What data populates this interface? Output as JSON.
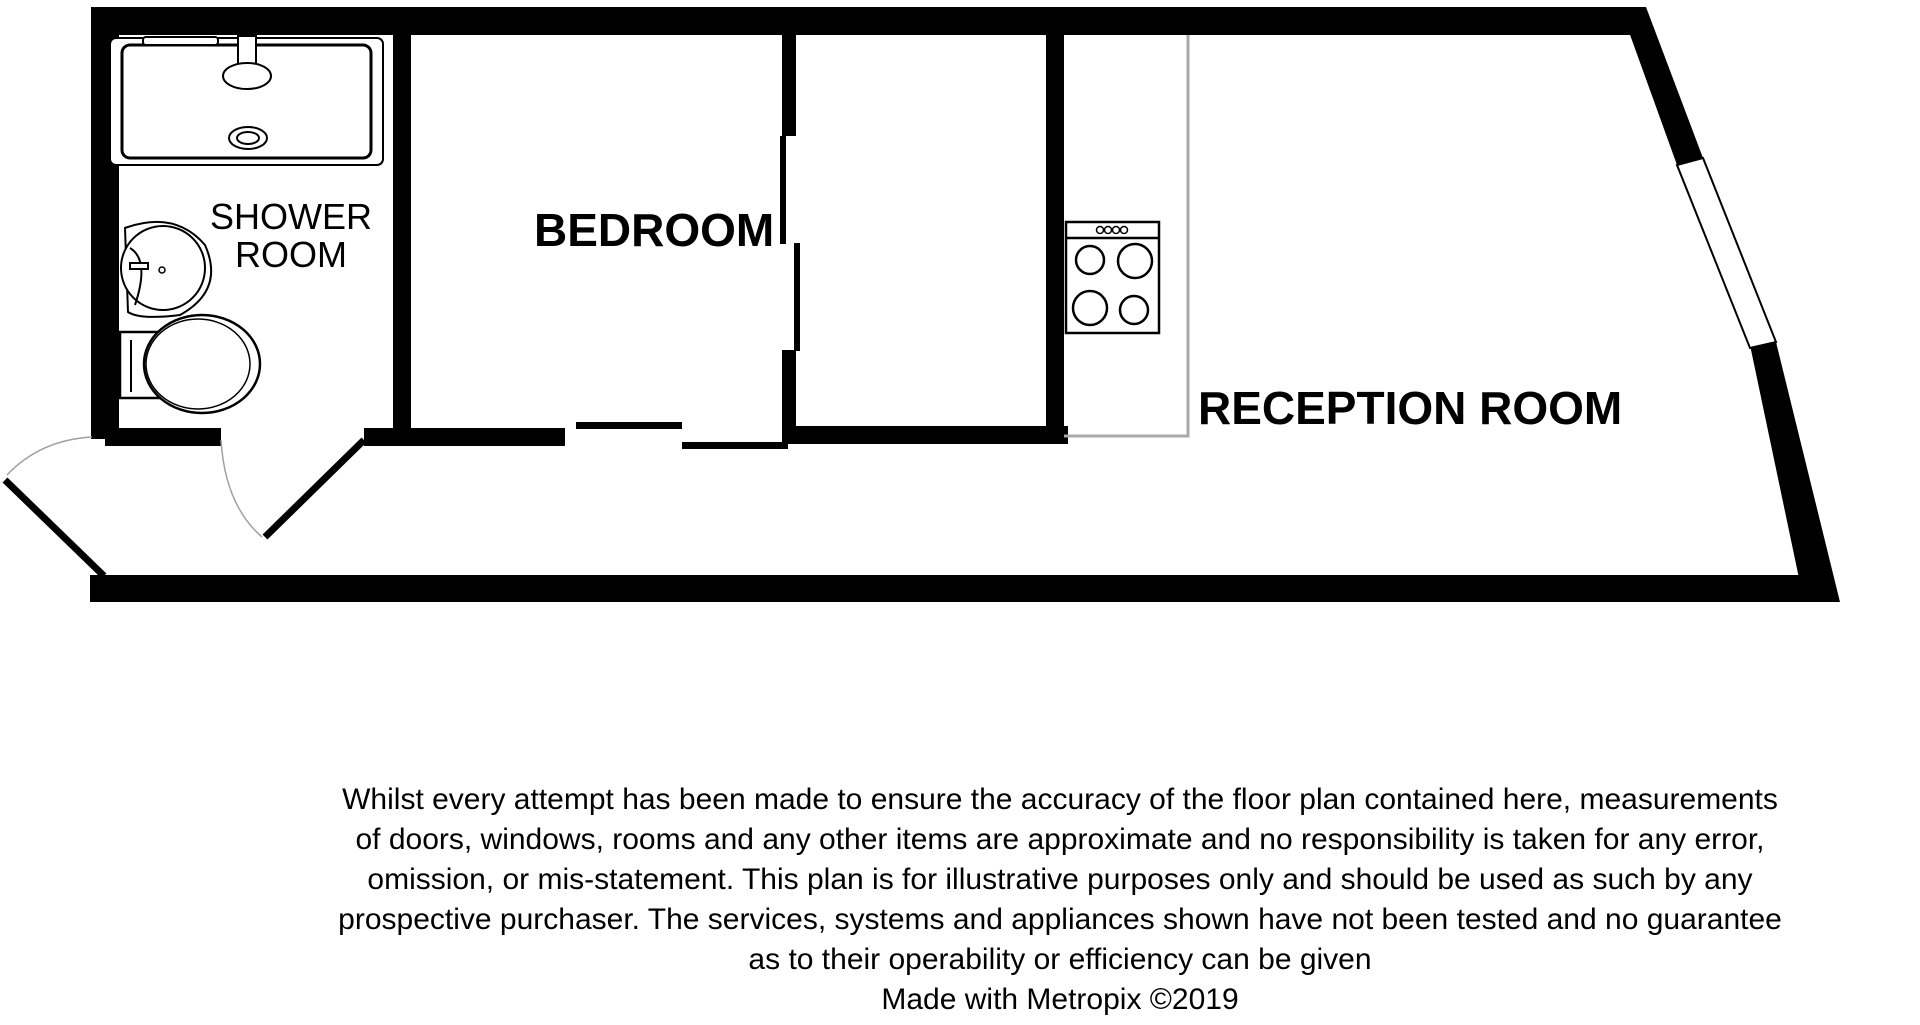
{
  "floor_plan": {
    "rooms": [
      {
        "id": "shower",
        "label_lines": [
          "SHOWER",
          "ROOM"
        ]
      },
      {
        "id": "bedroom",
        "label": "BEDROOM"
      },
      {
        "id": "reception",
        "label": "RECEPTION ROOM"
      }
    ],
    "fixtures": [
      "shower-tray",
      "wash-basin",
      "toilet",
      "hob-cooker",
      "kitchen-worktop",
      "sliding-wardrobe-doors",
      "window",
      "entrance-door",
      "shower-room-door",
      "bedroom-sliding-doors"
    ],
    "colors": {
      "wall": "#000000",
      "worktop": "#a9a9a9",
      "door_swing": "#a0a0a0",
      "background": "#ffffff"
    }
  },
  "disclaimer": {
    "lines": [
      "Whilst every attempt has been made to ensure the accuracy of the floor plan contained here, measurements",
      "of doors, windows, rooms and any other items are approximate and no responsibility is taken for any error,",
      "omission, or mis-statement. This plan is for illustrative purposes only and should be used as such by any",
      "prospective purchaser. The services, systems and appliances shown have not been tested and no guarantee",
      "as to their operability or efficiency can be given"
    ],
    "credit": "Made with Metropix ©2019"
  }
}
